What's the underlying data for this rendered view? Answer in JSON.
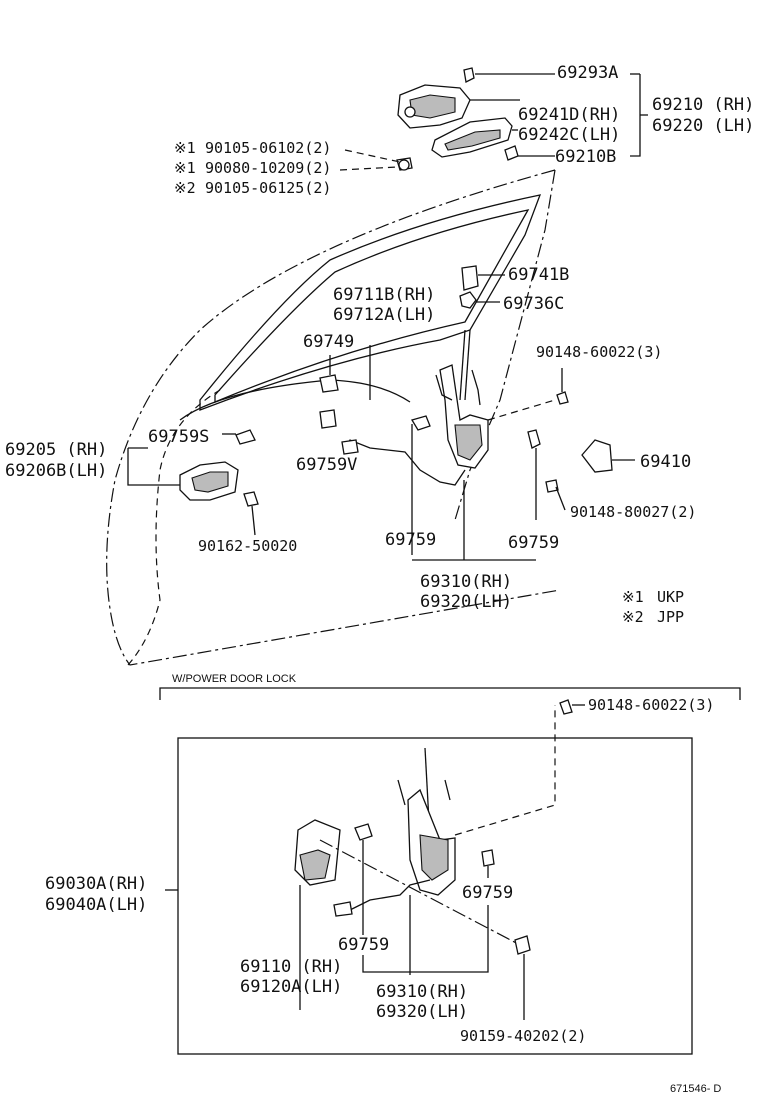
{
  "labels": {
    "p69293A": "69293A",
    "p69210": "69210 (RH)",
    "p69220": "69220 (LH)",
    "p69241D": "69241D(RH)",
    "p69242C": "69242C(LH)",
    "p69210B": "69210B",
    "b1": "90105-06102(2)",
    "b2": "90080-10209(2)",
    "b3": "90105-06125(2)",
    "m1a": "※1",
    "m1b": "※1",
    "m2": "※2",
    "p69741B": "69741B",
    "p69736C": "69736C",
    "p69711B": "69711B(RH)",
    "p69712A": "69712A(LH)",
    "p69749": "69749",
    "p90148_60022": "90148-60022(3)",
    "p69205": "69205  (RH)",
    "p69206B": "69206B(LH)",
    "p69759S": "69759S",
    "p69759V": "69759V",
    "p69410": "69410",
    "p90148_80027": "90148-80027(2)",
    "p90162": "90162-50020",
    "p69759_a": "69759",
    "p69759_b": "69759",
    "p69310": "69310(RH)",
    "p69320": "69320(LH)",
    "legend1_mark": "※1",
    "legend1": "UKP",
    "legend2_mark": "※2",
    "legend2": "JPP",
    "section": "W/POWER DOOR LOCK",
    "q90148_60022": "90148-60022(3)",
    "p69030A": "69030A(RH)",
    "p69040A": "69040A(LH)",
    "q69759_a": "69759",
    "q69759_b": "69759",
    "p69110": "69110  (RH)",
    "p69120A": "69120A(LH)",
    "q69310": "69310(RH)",
    "q69320": "69320(LH)",
    "p90159": "90159-40202(2)",
    "code": "671546- D"
  }
}
